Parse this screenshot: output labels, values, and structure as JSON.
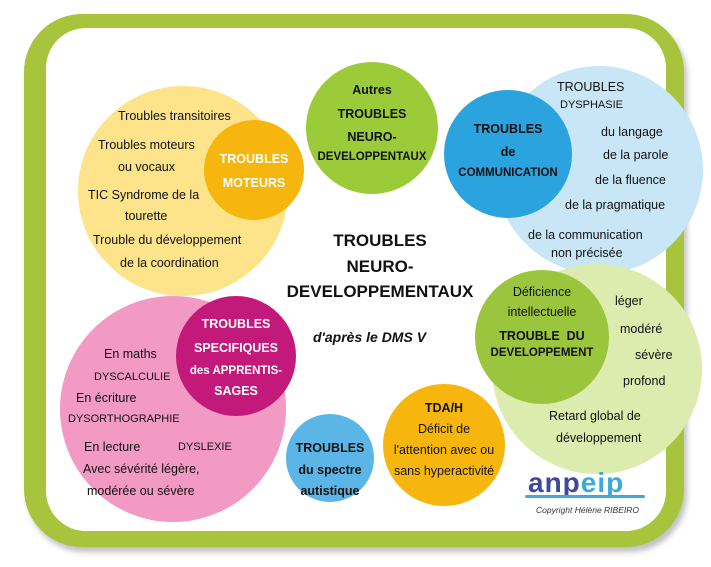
{
  "colors": {
    "frame": "#a7c43c",
    "motor_bg": "#fde38a",
    "motor_hub": "#f6b60e",
    "autres": "#9ccb3a",
    "comm_bg": "#c9e6f7",
    "comm_hub": "#2ba3de",
    "learning_bg": "#f299c4",
    "learning_hub": "#c3197a",
    "intel_bg": "#dcebae",
    "intel_hub": "#9bc53c",
    "tdah": "#f6b60e",
    "autism": "#5bb5e6"
  },
  "center": {
    "title_line1": "TROUBLES",
    "title_line2": "NEURO-",
    "title_line3": "DEVELOPPEMENTAUX",
    "subtitle": "d'après le DMS V"
  },
  "motor": {
    "hub_line1": "TROUBLES",
    "hub_line2": "MOTEURS",
    "items": [
      "Troubles transitoires",
      "Troubles moteurs",
      "ou vocaux",
      "TIC Syndrome de la",
      "tourette",
      "Trouble du développement",
      "de la coordination"
    ]
  },
  "autres": {
    "line1": "Autres",
    "line2": "TROUBLES",
    "line3": "NEURO-",
    "line4": "DEVELOPPENTAUX"
  },
  "communication": {
    "hub_line1": "TROUBLES",
    "hub_line2": "de",
    "hub_line3": "COMMUNICATION",
    "items": [
      "TROUBLES",
      "DYSPHASIE",
      "du langage",
      "de la parole",
      "de la fluence",
      "de la pragmatique",
      "de la communication",
      "non précisée"
    ]
  },
  "learning": {
    "hub_line1": "TROUBLES",
    "hub_line2": "SPECIFIQUES",
    "hub_line3": "des APPRENTIS-",
    "hub_line4": "SAGES",
    "items": [
      "En maths",
      "DYSCALCULIE",
      "En écriture",
      "DYSORTHOGRAPHIE",
      "En lecture",
      "DYSLEXIE",
      "Avec sévérité légère,",
      "modérée ou sévère"
    ]
  },
  "intellectual": {
    "hub_line1": "TROUBLE  DU",
    "hub_line2": "DEVELOPPEMENT",
    "items": [
      "Déficience",
      "intellectuelle",
      "léger",
      "modéré",
      "sévère",
      "profond",
      "Retard global de",
      "développement"
    ]
  },
  "tdah": {
    "line1": "TDA/H",
    "line2": "Déficit de",
    "line3": "l'attention avec ou",
    "line4": "sans hyperactivité"
  },
  "autism": {
    "line1": "TROUBLES",
    "line2": "du spectre",
    "line3": "autistique"
  },
  "logo": {
    "part1": "anp",
    "part2": "eip",
    "copyright": "Copyright Hélène RIBEIRO"
  }
}
